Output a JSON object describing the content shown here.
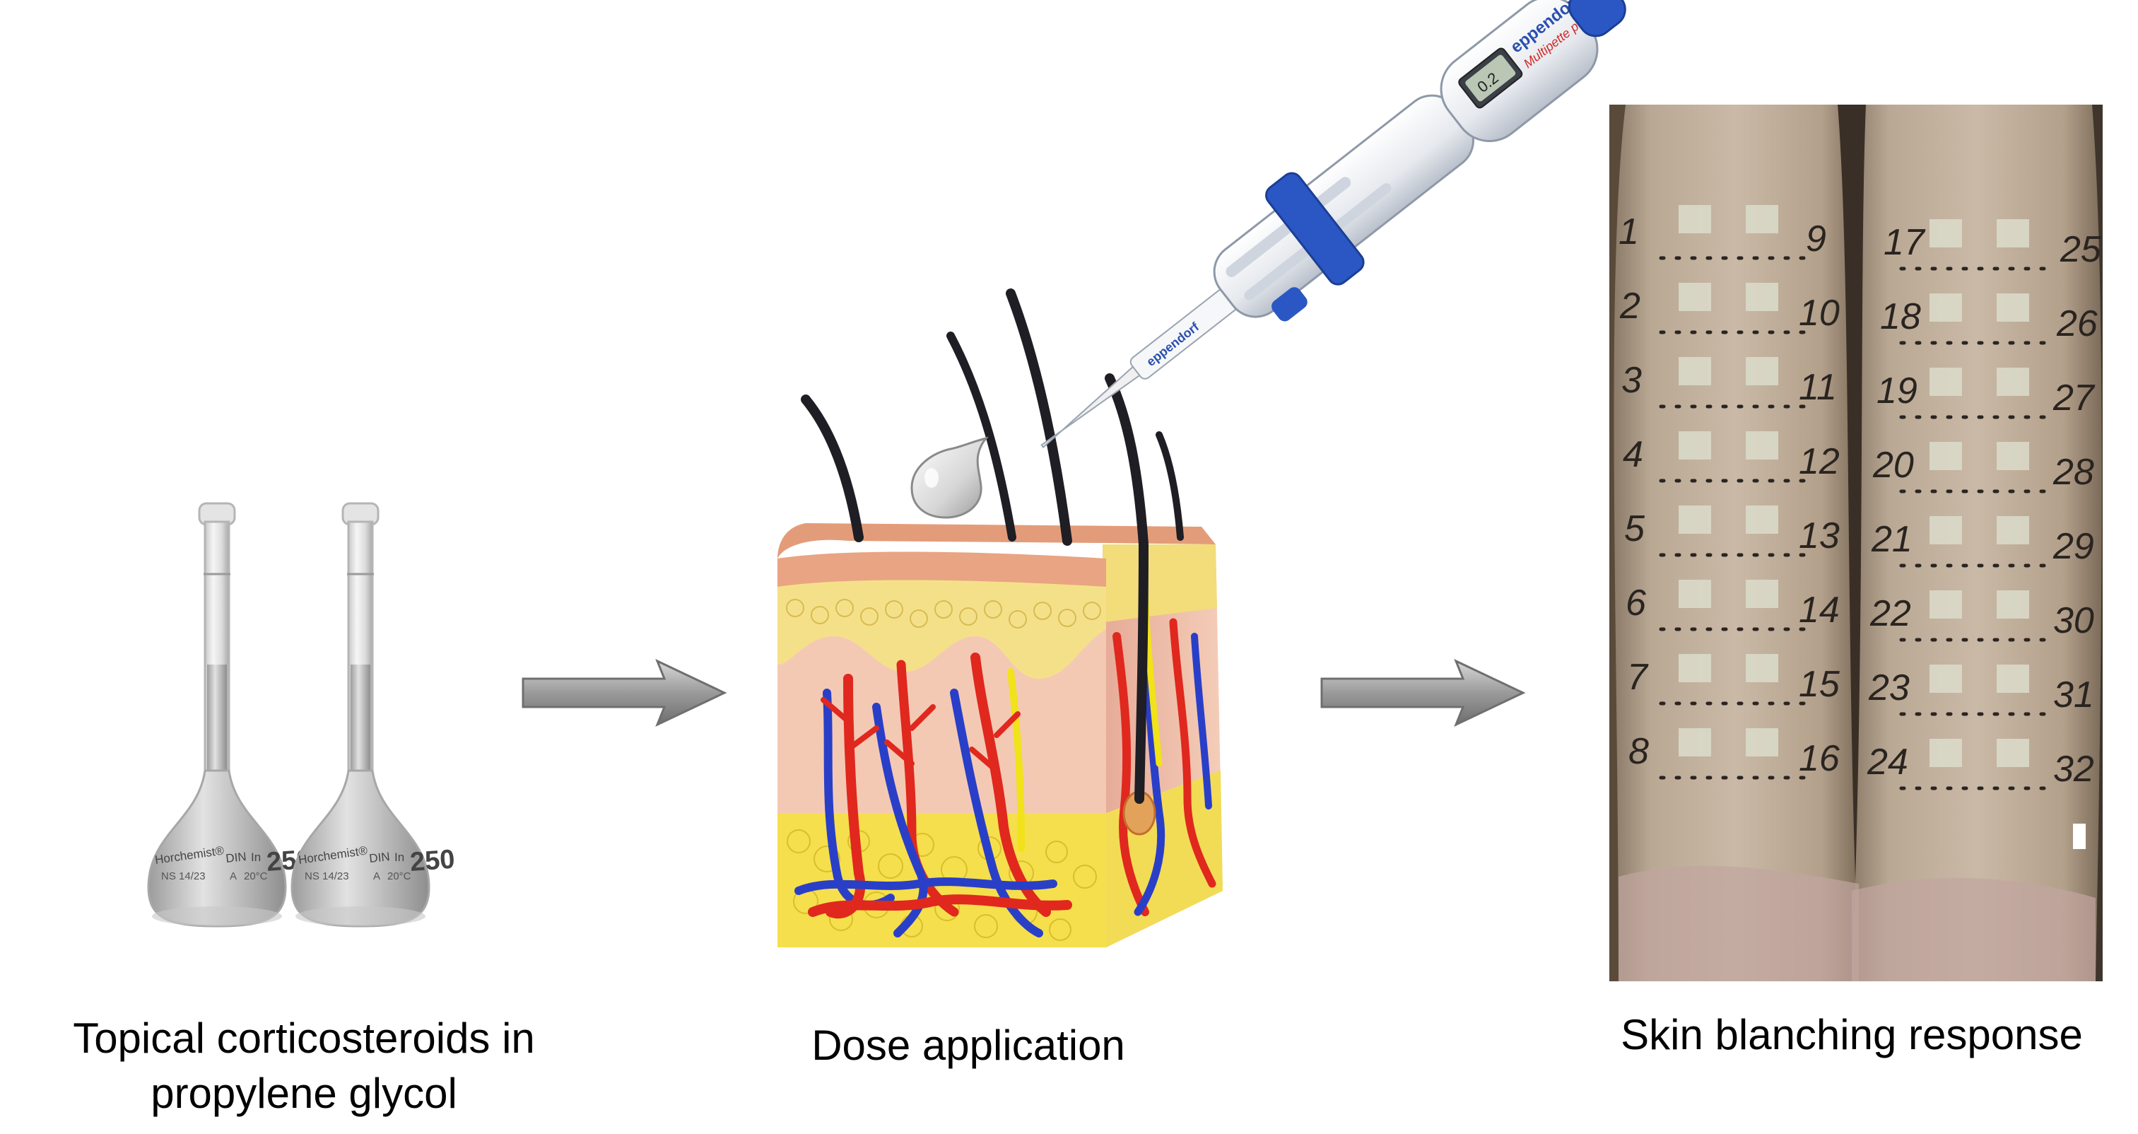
{
  "steps": [
    {
      "caption_line1": "Topical corticosteroids in",
      "caption_line2": "propylene glycol"
    },
    {
      "caption": "Dose application"
    },
    {
      "caption": "Skin blanching response"
    }
  ],
  "flask": {
    "brand": "Horchemist",
    "standard": "DIN",
    "mark": "In",
    "volume": "250",
    "code": "NS 14/23",
    "class_label": "A",
    "temp": "20°C"
  },
  "pipette": {
    "brand": "eppendorf",
    "model": "Multipette plus",
    "display": "0.2"
  },
  "forearm_numbers": {
    "left": [
      "1",
      "2",
      "3",
      "4",
      "5",
      "6",
      "7",
      "8"
    ],
    "center_left": [
      "9",
      "10",
      "11",
      "12",
      "13",
      "14",
      "15",
      "16"
    ],
    "center_right": [
      "17",
      "18",
      "19",
      "20",
      "21",
      "22",
      "23",
      "24"
    ],
    "right": [
      "25",
      "26",
      "27",
      "28",
      "29",
      "30",
      "31",
      "32"
    ]
  },
  "colors": {
    "arrow": "#8a8a8a",
    "artery": "#e0281e",
    "vein": "#2a3fc8",
    "nerve": "#f1e21a",
    "fat": "#f3e25a",
    "dermis": "#f2c4b0",
    "epidermis": "#e8a483",
    "hair": "#1e1e24"
  }
}
